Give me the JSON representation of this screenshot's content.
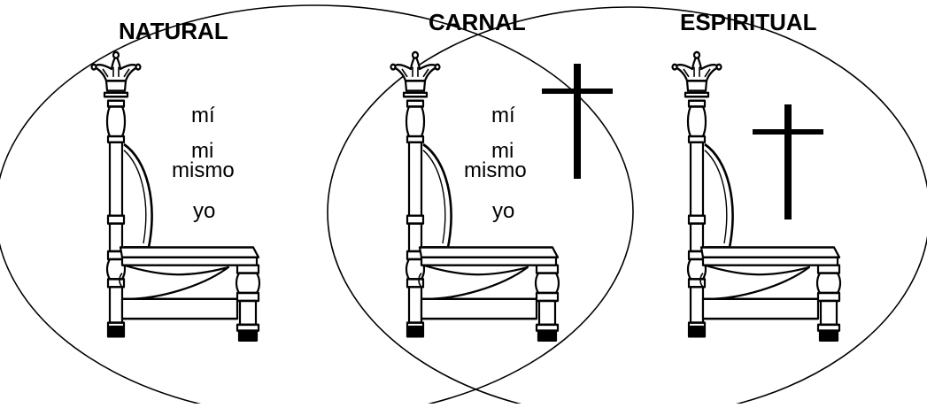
{
  "panels": [
    {
      "id": "natural",
      "title": "NATURAL",
      "words": [
        "mí",
        "mi",
        "mismo",
        "yo"
      ],
      "has_cross": false
    },
    {
      "id": "carnal",
      "title": "CARNAL",
      "words": [
        "mí",
        "mi",
        "mismo",
        "yo"
      ],
      "has_cross": true
    },
    {
      "id": "espiritual",
      "title": "ESPIRITUAL",
      "words": [],
      "has_cross": true
    }
  ],
  "colors": {
    "stroke": "#000000",
    "background": "#ffffff"
  },
  "icons": {
    "throne": "throne-icon",
    "crown": "crown-icon",
    "cross": "cross-icon"
  }
}
